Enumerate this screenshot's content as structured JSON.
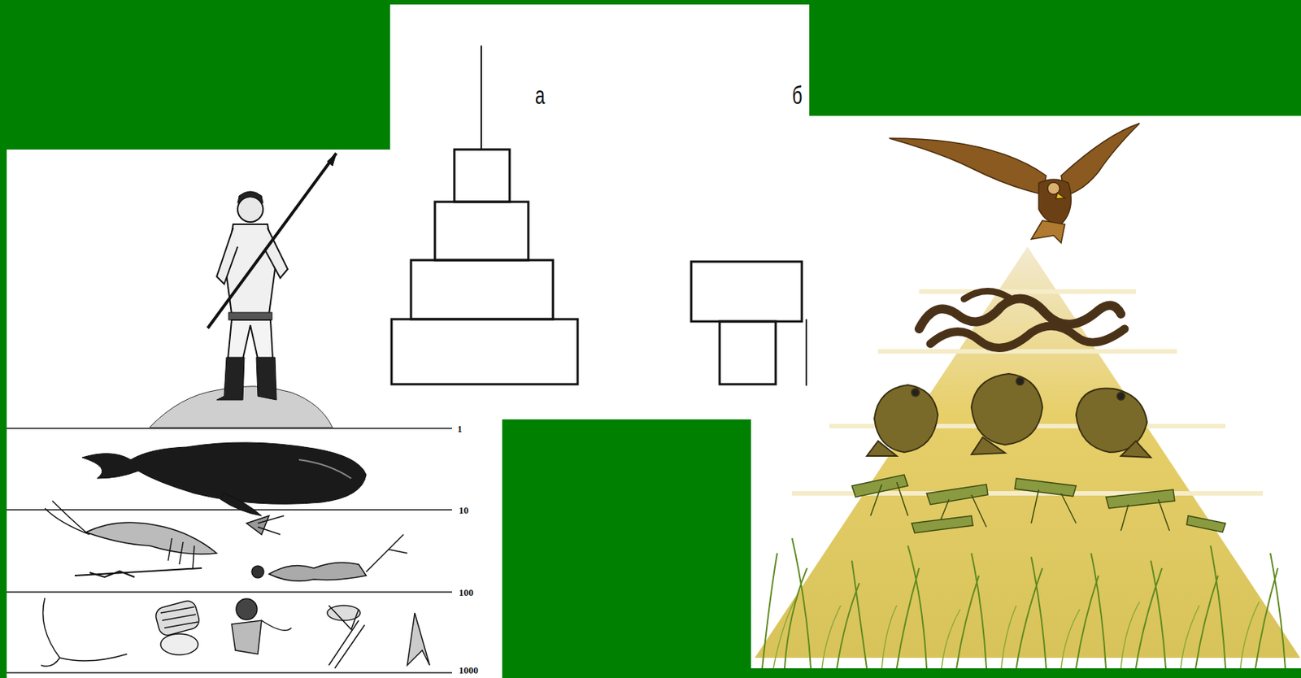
{
  "diagram": {
    "labels": [
      "1",
      "10",
      "100",
      "1000",
      "а",
      "б"
    ]
  }
}
